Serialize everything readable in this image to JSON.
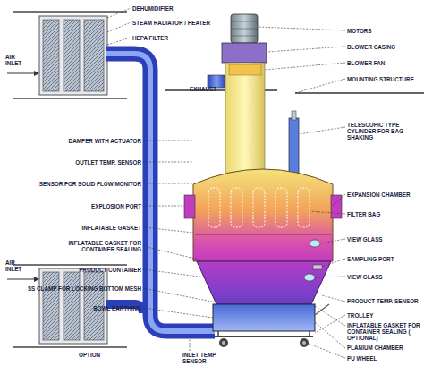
{
  "diagram": {
    "labels": [
      "DEHUMIDIFIER",
      "STEAM RADIATOR / HEATER",
      "HEPA FILTER",
      "AIR INLET",
      "EXHAUST",
      "DAMPER WITH ACTUATOR",
      "OUTLET TEMP. SENSOR",
      "SENSOR FOR SOLID FLOW MONITOR",
      "EXPLOSION PORT",
      "INFLATABLE GASKET",
      "INFLATABLE GASKET FOR CONTAINER SEALING",
      "PRODUCT CONTAINER",
      "SS CLAMP FOR LOCKING BOTTOM MESH",
      "BOWL EARTHING",
      "AIR INLET",
      "OPTION",
      "INLET TEMP. SENSOR",
      "MOTORS",
      "BLOWER CASING",
      "BLOWER FAN",
      "MOUNTING STRUCTURE",
      "TELESCOPIC TYPE CYLINDER FOR BAG SHAKING",
      "EXPANSION CHAMBER",
      "FILTER BAG",
      "VIEW GLASS",
      "SAMPLING PORT",
      "VIEW GLASS",
      "PRODUCT TEMP. SENSOR",
      "TROLLEY",
      "INFLATABLE GASKET FOR CONTAINER SEALING ( OPTIONAL)",
      "PLANIUM CHAMBER",
      "PU WHEEL"
    ]
  }
}
